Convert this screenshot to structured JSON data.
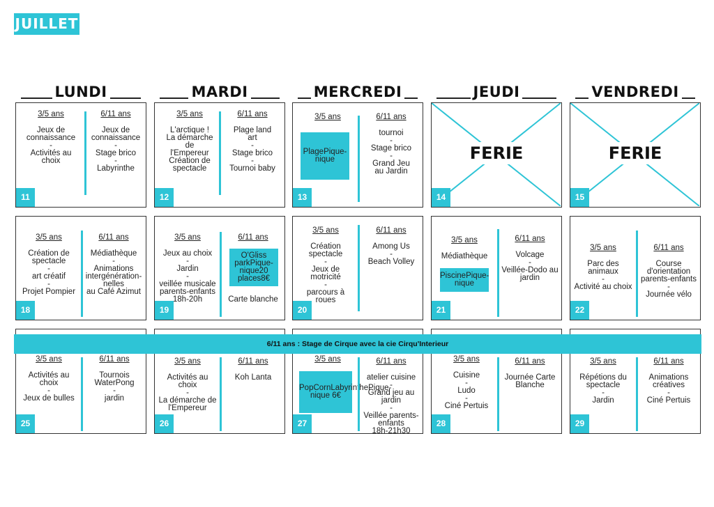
{
  "month": "JUILLET",
  "days": [
    "LUNDI",
    "MARDI",
    "MERCREDI",
    "JEUDI",
    "VENDREDI"
  ],
  "ferie_label": "FERIE",
  "age_small": "3/5 ans",
  "age_big": "6/11 ans",
  "banner": "6/11 ans : Stage de Cirque avec la cie Cirqu'Interieur",
  "cells": {
    "c11": {
      "num": "11",
      "left": [
        "Jeux de",
        "connaissance",
        "-",
        "Activités au",
        "choix"
      ],
      "right": [
        "Jeux de",
        "connaissance",
        "-",
        "Stage brico",
        "-",
        "Labyrinthe"
      ]
    },
    "c12": {
      "num": "12",
      "left": [
        "L'arctique !",
        "La démarche",
        "de",
        "l'Empereur",
        "Création de",
        "spectacle"
      ],
      "right": [
        "Plage land",
        "art",
        "-",
        "Stage brico",
        "-",
        "Tournoi baby"
      ]
    },
    "c13": {
      "num": "13",
      "box": [
        "Plage",
        "Pique-nique"
      ],
      "right": [
        "tournoi",
        "-",
        "Stage brico",
        "-",
        "Grand Jeu",
        "au Jardin"
      ]
    },
    "c14": {
      "num": "14"
    },
    "c15": {
      "num": "15"
    },
    "c18": {
      "num": "18",
      "left": [
        "Création de",
        "spectacle",
        "-",
        "art créatif",
        "-",
        "Projet Pompier"
      ],
      "right": [
        "Médiathèque",
        "-",
        "Animations",
        "intergénération-",
        "nelles",
        "au Café Azimut"
      ]
    },
    "c19": {
      "num": "19",
      "left": [
        "Jeux au choix",
        "-",
        "Jardin",
        "-",
        "veillée musicale",
        "parents-enfants",
        "18h-20h"
      ],
      "box": [
        "O'Gliss park",
        "Pique-nique",
        "20 places",
        "8€"
      ],
      "right": [
        "Carte blanche"
      ]
    },
    "c20": {
      "num": "20",
      "left": [
        "Création",
        "spectacle",
        "-",
        "Jeux de",
        "motricité",
        "-",
        "parcours à",
        "roues"
      ],
      "right": [
        "Among Us",
        "-",
        "Beach Volley"
      ]
    },
    "c21": {
      "num": "21",
      "left": [
        "Médiathèque"
      ],
      "box": [
        "Piscine",
        "Pique-nique"
      ],
      "right": [
        "Volcage",
        "-",
        "Veillée-Dodo au",
        "jardin"
      ]
    },
    "c22": {
      "num": "22",
      "left": [
        "Parc des",
        "animaux",
        "-",
        "Activité au choix"
      ],
      "right": [
        "Course",
        "d'orientation",
        "parents-enfants",
        "-",
        "Journée vélo"
      ]
    },
    "c25": {
      "num": "25",
      "left": [
        "Activités au",
        "choix",
        "-",
        "Jeux de bulles"
      ],
      "right": [
        "Tournois",
        "WaterPong",
        "-",
        "jardin"
      ]
    },
    "c26": {
      "num": "26",
      "left": [
        "Activités au",
        "choix",
        "-",
        "La démarche de",
        "l'Empereur"
      ],
      "right": [
        "Koh Lanta"
      ]
    },
    "c27": {
      "num": "27",
      "box": [
        "PopCorn",
        "Labyrinthe",
        "Pique-nique 6€"
      ],
      "right": [
        "atelier cuisine",
        "-",
        "Grand jeu au",
        "jardin",
        "-",
        "Veillée parents-",
        "enfants",
        "18h-21h30"
      ]
    },
    "c28": {
      "num": "28",
      "left": [
        "Cuisine",
        "-",
        "Ludo",
        "-",
        "Ciné Pertuis"
      ],
      "right": [
        "Journée Carte",
        "Blanche"
      ]
    },
    "c29": {
      "num": "29",
      "left": [
        "Répétions du",
        "spectacle",
        "-",
        "Jardin"
      ],
      "right": [
        "Animations",
        "créatives",
        "-",
        "Ciné Pertuis"
      ]
    }
  },
  "colors": {
    "accent": "#2ec4d6",
    "border": "#333333"
  }
}
